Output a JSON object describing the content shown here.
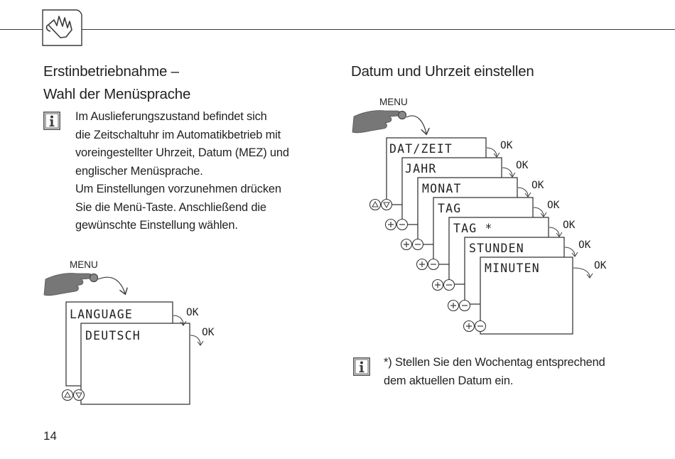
{
  "left": {
    "heading_lines": [
      "Erstinbetriebnahme –",
      "Wahl der Menüsprache"
    ],
    "info_paragraph_lines": [
      "Im Auslieferungszustand befindet sich",
      "die Zeitschaltuhr im Automatikbetrieb mit",
      "voreingestellter Uhrzeit, Datum (MEZ) und",
      "englischer Menüsprache.",
      "Um Einstellungen vorzunehmen drücken",
      "Sie die Menü-Taste. Anschließend die",
      "gewünschte Einstellung wählen."
    ],
    "diagram": {
      "menu_label": "MENU",
      "screens": [
        "LANGUAGE",
        "DEUTSCH"
      ],
      "ok_label": "OK"
    }
  },
  "right": {
    "heading": "Datum und Uhrzeit einstellen",
    "diagram": {
      "menu_label": "MENU",
      "screens": [
        "DAT/ZEIT",
        "JAHR",
        "MONAT",
        "TAG",
        "TAG *",
        "STUNDEN",
        "MINUTEN"
      ],
      "ok_label": "OK"
    },
    "note_lines": [
      "*) Stellen Sie den Wochentag entsprechend",
      "dem aktuellen Datum ein."
    ]
  },
  "page_number": "14",
  "icons": {
    "section_icon": "pointing-hand-icon",
    "info_icon": "info-icon",
    "menu_hand": "hand-pressing-button-icon",
    "nav_up_down": "up-down-arrow-buttons-icon",
    "plus_minus": "plus-minus-buttons-icon",
    "ok_arrow": "ok-curved-arrow-icon"
  }
}
